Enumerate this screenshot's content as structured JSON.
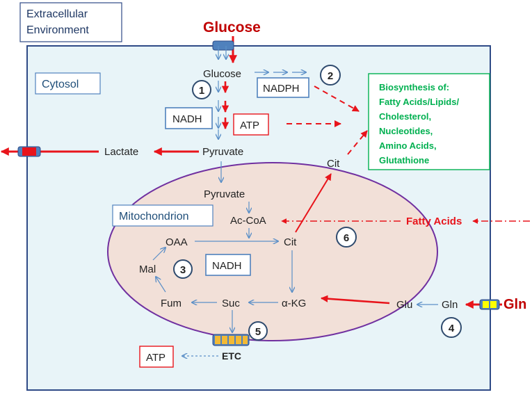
{
  "regions": {
    "extracellular": "Extracellular Environment",
    "cytosol": "Cytosol",
    "mitochondrion": "Mitochondrion"
  },
  "inputs": {
    "glucose": "Glucose",
    "gln": "Gln",
    "fatty_acids": "Fatty Acids"
  },
  "cytosol_nodes": {
    "glucose": "Glucose",
    "pyruvate": "Pyruvate",
    "lactate": "Lactate",
    "cit": "Cit",
    "glu": "Glu",
    "gln": "Gln"
  },
  "cofactors": {
    "nadph": "NADPH",
    "nadh_cytosol": "NADH",
    "atp_cytosol": "ATP",
    "nadh_mito": "NADH",
    "atp_etc": "ATP"
  },
  "mito_nodes": {
    "pyruvate": "Pyruvate",
    "accoa": "Ac-CoA",
    "cit": "Cit",
    "oaa": "OAA",
    "mal": "Mal",
    "fum": "Fum",
    "suc": "Suc",
    "akg": "α-KG",
    "etc": "ETC"
  },
  "biosynthesis": {
    "lines": [
      "Biosynthesis of:",
      "Fatty Acids/Lipids/",
      "Cholesterol,",
      "Nucleotides,",
      "Amino Acids,",
      "Glutathione"
    ]
  },
  "steps": [
    "1",
    "2",
    "3",
    "4",
    "5",
    "6"
  ],
  "colors": {
    "red": "#e8141b",
    "blue_line": "#5b8fc7",
    "box_border": "#4f81bd",
    "cell_border": "#2e4a86",
    "cell_fill": "#e8f4f8",
    "mito_fill": "#f2e0d8",
    "mito_border": "#7030a0",
    "green": "#00b050",
    "circle_border": "#2f4b6e",
    "transporter_red": "#e8141b",
    "transporter_yellow": "#ffff00",
    "etc_gold": "#f2b935"
  }
}
